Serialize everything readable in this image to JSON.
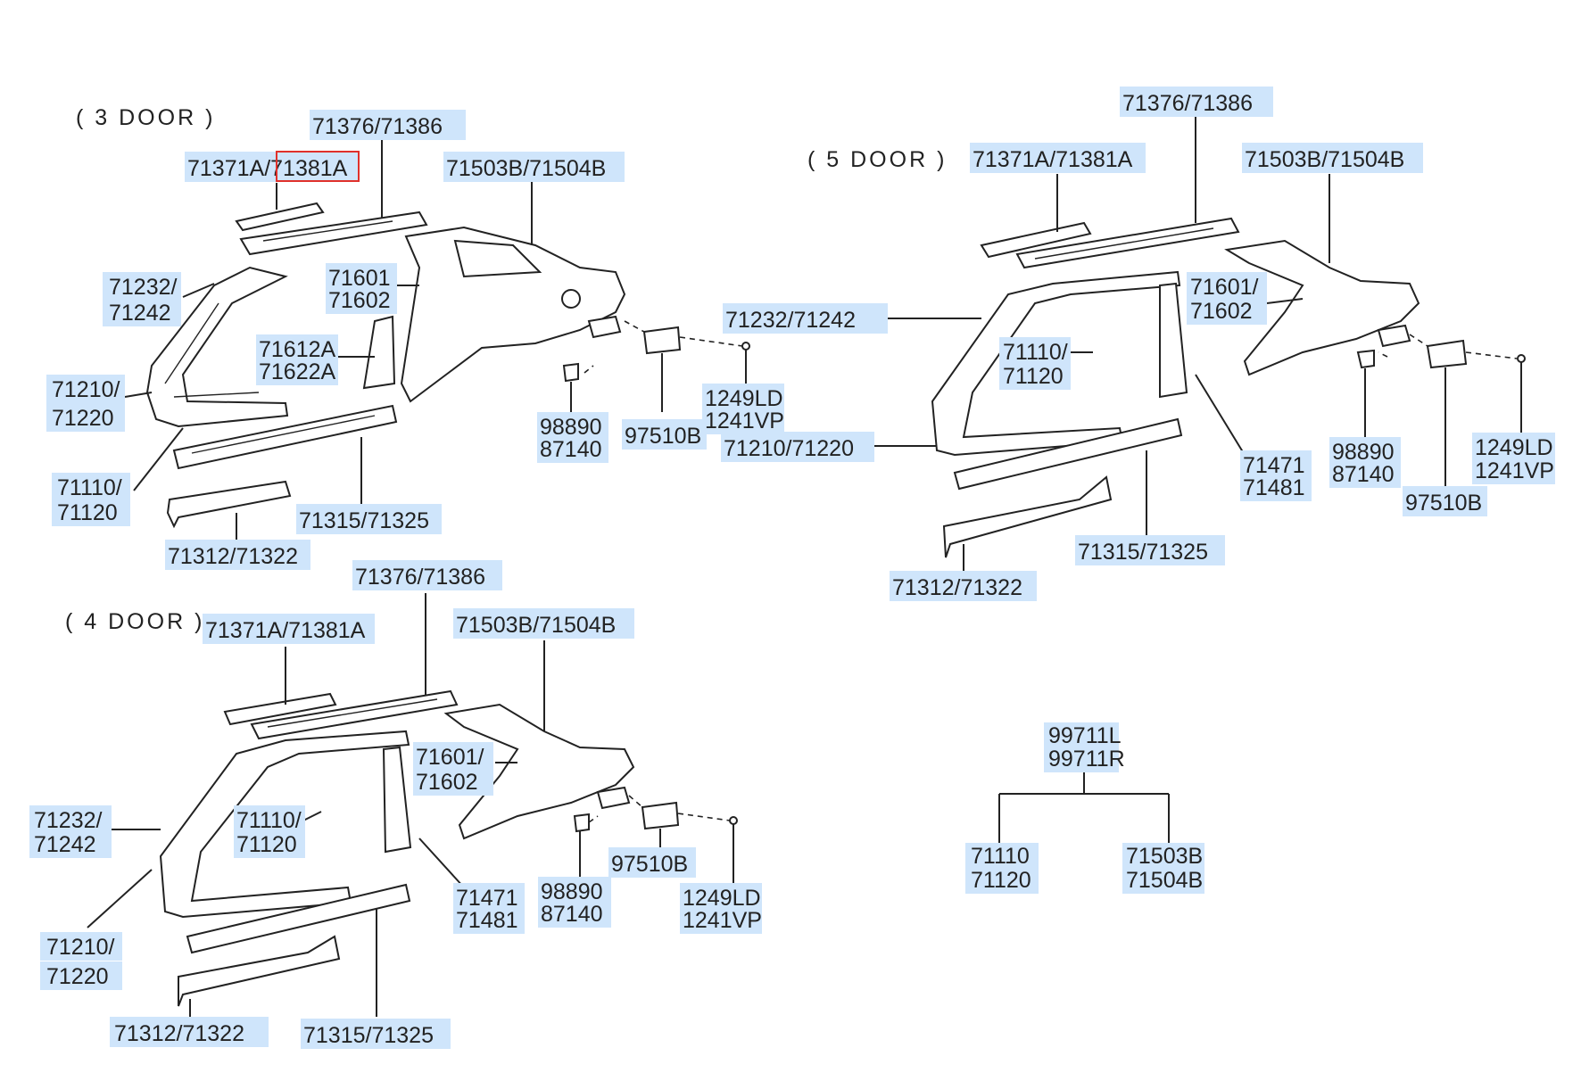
{
  "highlight_color": "#e0312b",
  "label_bg_color": "#cfe5fb",
  "sections": {
    "three_door": {
      "header": "( 3 DOOR )",
      "labels": {
        "roof_rail_upper": "71376/71386",
        "roof_rail_front": "71371A/71381A",
        "roof_rail_front_highlight": "71381A",
        "quarter_outer": "71503B/71504B",
        "a_pillar_1": "71232/",
        "a_pillar_2": "71242",
        "quarter_inner_1": "71601",
        "quarter_inner_2": "71602",
        "b_pillar_inner_1": "71612A",
        "b_pillar_inner_2": "71622A",
        "cowl_1": "71210/",
        "cowl_2": "71220",
        "side_panel_1": "71110/",
        "side_panel_2": "71120",
        "sill_outer": "71315/71325",
        "sill_inner": "71312/71322",
        "bumper_bracket_1": "98890",
        "bumper_bracket_2": "87140",
        "vent": "97510B",
        "screw_1": "1249LD",
        "screw_2": "1241VP"
      }
    },
    "five_door": {
      "header": "( 5 DOOR )",
      "labels": {
        "roof_rail_upper": "71376/71386",
        "roof_rail_front": "71371A/71381A",
        "quarter_outer": "71503B/71504B",
        "quarter_inner_1": "71601/",
        "quarter_inner_2": "71602",
        "a_pillar": "71232/71242",
        "side_panel_1": "71110/",
        "side_panel_2": "71120",
        "cowl": "71210/71220",
        "center_pillar_1": "71471",
        "center_pillar_2": "71481",
        "bumper_bracket_1": "98890",
        "bumper_bracket_2": "87140",
        "screw_1": "1249LD",
        "screw_2": "1241VP",
        "vent": "97510B",
        "sill_outer": "71315/71325",
        "sill_inner": "71312/71322"
      }
    },
    "four_door": {
      "header": "( 4 DOOR )",
      "labels": {
        "roof_rail_upper": "71376/71386",
        "roof_rail_front": "71371A/71381A",
        "quarter_outer": "71503B/71504B",
        "quarter_inner_1": "71601/",
        "quarter_inner_2": "71602",
        "a_pillar_1": "71232/",
        "a_pillar_2": "71242",
        "side_panel_1": "71110/",
        "side_panel_2": "71120",
        "cowl_1": "71210/",
        "cowl_2": "71220",
        "center_pillar_1": "71471",
        "center_pillar_2": "71481",
        "bumper_bracket_1": "98890",
        "bumper_bracket_2": "87140",
        "vent": "97510B",
        "screw_1": "1249LD",
        "screw_2": "1241VP",
        "sill_inner": "71312/71322",
        "sill_outer": "71315/71325"
      }
    },
    "legend_tree": {
      "root_1": "99711L",
      "root_2": "99711R",
      "left_1": "71110",
      "left_2": "71120",
      "right_1": "71503B",
      "right_2": "71504B"
    }
  }
}
